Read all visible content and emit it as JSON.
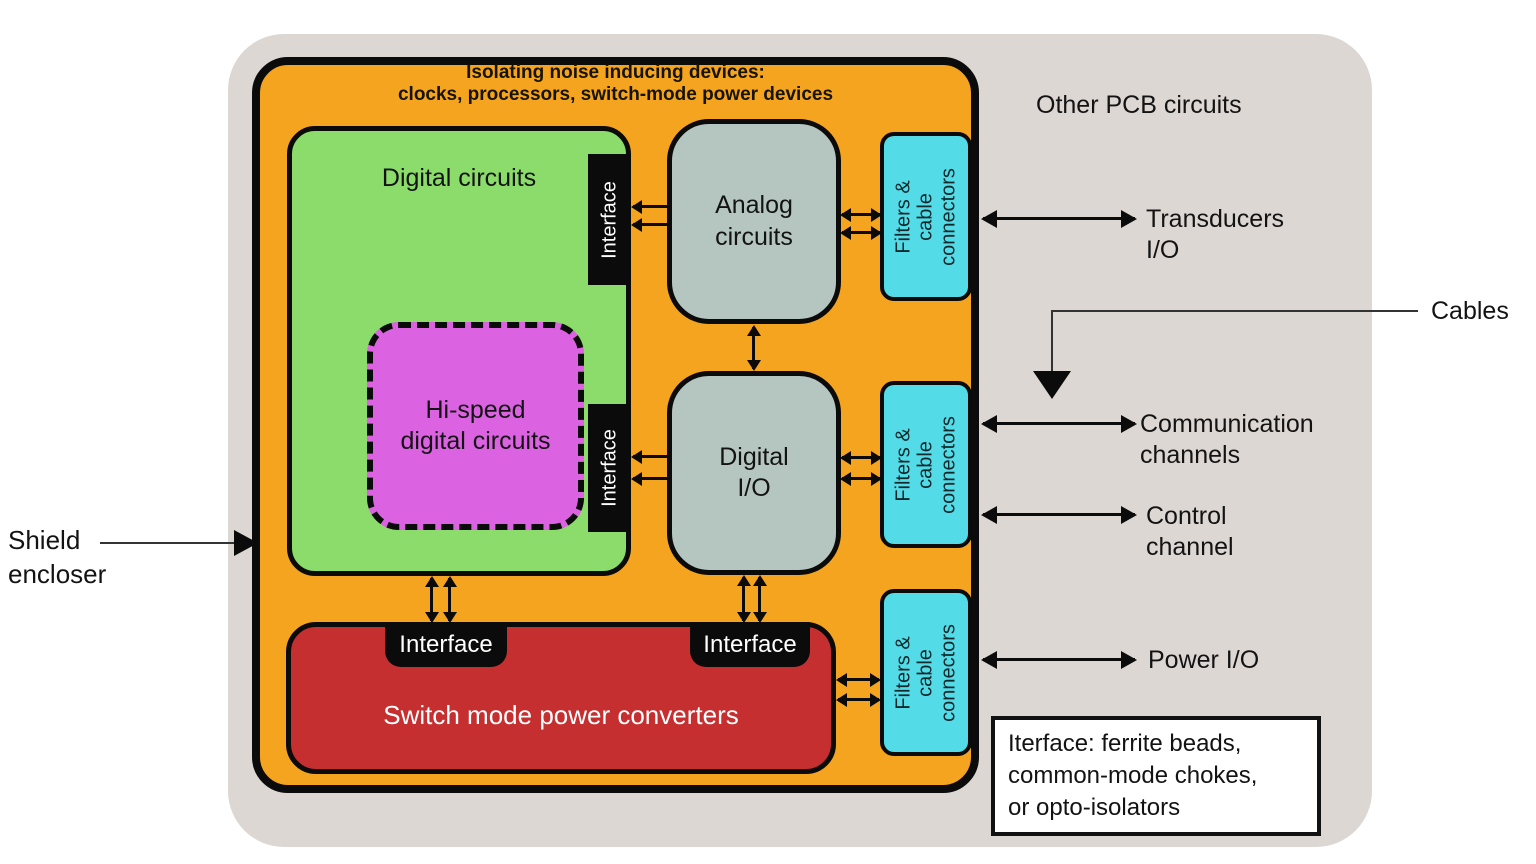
{
  "colors": {
    "panel": "#dcd7d3",
    "shield": "#f5a41f",
    "green": "#8bdc6a",
    "magenta": "#db63e2",
    "chip": "#b5c6c1",
    "cyan": "#54dbe8",
    "red": "#c52f30",
    "ink": "#0b0b0b"
  },
  "shield": {
    "caption_line1": "Isolating noise inducing devices:",
    "caption_line2": "clocks, processors, switch-mode power devices",
    "digital_circuits_label": "Digital circuits",
    "hispeed_label": "Hi-speed\ndigital circuits",
    "analog_label": "Analog\ncircuits",
    "digital_io_label": "Digital\nI/O",
    "smps_label": "Switch mode power converters",
    "interface_label": "Interface",
    "filters_label": "Filters &\ncable\nconnectors"
  },
  "outside": {
    "other_pcb_label": "Other PCB circuits",
    "transducers_label": "Transducers\nI/O",
    "cables_label": "Cables",
    "communication_label": "Communication\nchannels",
    "control_label": "Control\nchannel",
    "power_label": "Power I/O",
    "shield_encloser_label": "Shield\nencloser",
    "note_text": "Iterface: ferrite beads,\ncommon-mode chokes,\nor opto-isolators"
  }
}
